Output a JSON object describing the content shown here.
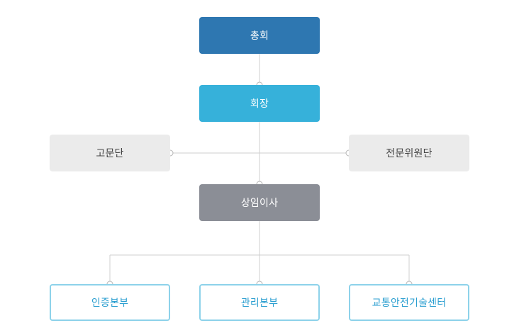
{
  "org": {
    "general_assembly": "총회",
    "president": "회장",
    "advisory_group": "고문단",
    "expert_committee": "전문위원단",
    "standing_director": "상임이사",
    "departments": [
      "인증본부",
      "관리본부",
      "교통안전기술센터"
    ]
  },
  "colors": {
    "general_assembly": "#2e77b1",
    "president": "#36b1da",
    "standing_director": "#8b8e96",
    "side_box": "#ebebeb",
    "department_border": "#8dd2ea",
    "department_text": "#2a9ed0",
    "connector": "#cfcfcf"
  }
}
